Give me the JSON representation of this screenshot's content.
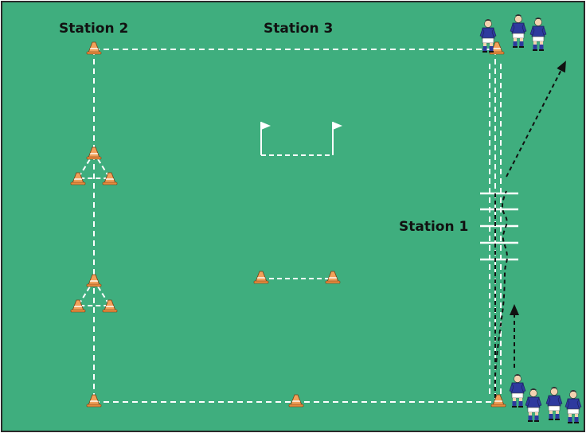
{
  "colors": {
    "pitch": "#3fae7e",
    "border": "#2a2a2a",
    "line": "#ffffff",
    "run_path": "#111111",
    "cone": "#f2a15a",
    "cone_stripe": "#fbe4cc",
    "player_shirt": "#2e3a9e",
    "player_shorts": "#ffffff",
    "player_socks": "#2e3a9e"
  },
  "labels": {
    "station_1": "Station 1",
    "station_2": "Station 2",
    "station_3": "Station 3"
  },
  "icons": {
    "cone": "training-cone-icon",
    "flag": "corner-flag-icon",
    "player": "rugby-player-icon",
    "hurdle": "ladder-rung-icon",
    "arrow": "run-direction-arrow-icon"
  }
}
